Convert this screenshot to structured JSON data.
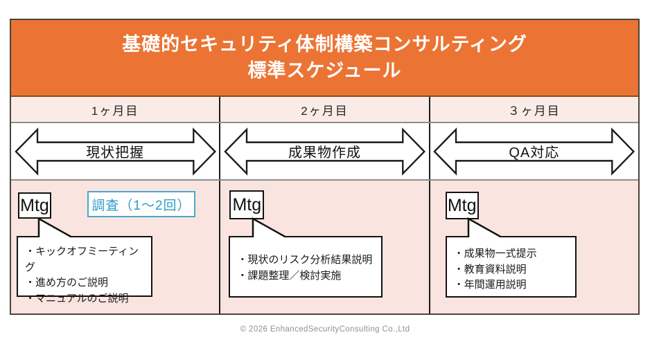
{
  "title": {
    "line1": "基礎的セキュリティ体制構築コンサルティング",
    "line2": "標準スケジュール"
  },
  "months": [
    "1ヶ月目",
    "2ヶ月目",
    "３ヶ月目"
  ],
  "phases": [
    "現状把握",
    "成果物作成",
    "QA対応"
  ],
  "columns": [
    {
      "mtg_label": "Mtg",
      "survey_label": "調査（1～2回）",
      "bullets": [
        "・キックオフミーティング",
        "・進め方のご説明",
        "・マニュアルのご説明"
      ]
    },
    {
      "mtg_label": "Mtg",
      "bullets": [
        "・現状のリスク分析結果説明",
        "・課題整理／検討実施"
      ]
    },
    {
      "mtg_label": "Mtg",
      "bullets": [
        "・成果物一式提示",
        "・教育資料説明",
        "・年間運用説明"
      ]
    }
  ],
  "footer": {
    "copyright": "© 2026 EnhancedSecurityConsulting Co.,Ltd"
  },
  "colors": {
    "header_orange": "#EB7434",
    "header_border": "#8a4a22",
    "pink_row": "#FAE4DF",
    "pink_month_row": "#FBEBE7",
    "survey_blue": "#2E9CC8",
    "survey_border_blue": "#47A9CF",
    "line_gray": "#8c8c8c",
    "line_black": "#1a1a1a"
  }
}
